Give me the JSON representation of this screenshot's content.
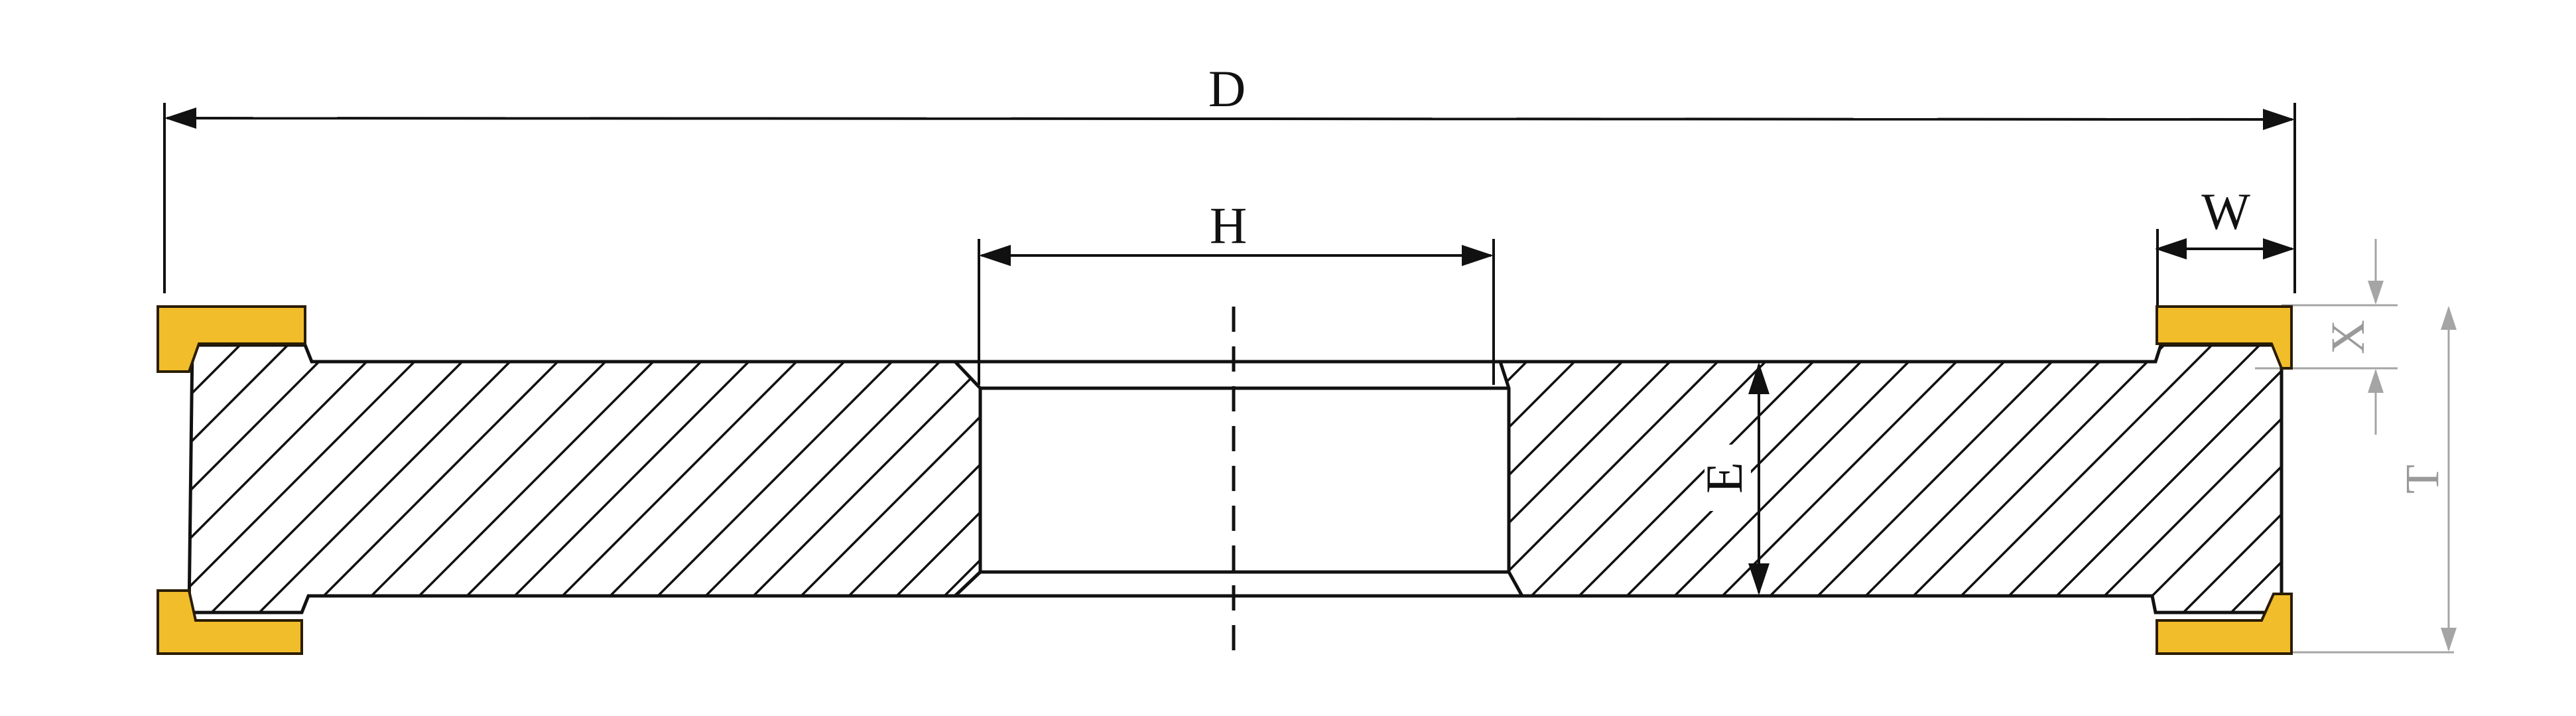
{
  "diagram": {
    "labels": {
      "diameter": "D",
      "bore": "H",
      "rim_width": "W",
      "abrasive_depth": "X",
      "thickness": "T",
      "hub_thickness": "E"
    },
    "colors": {
      "abrasive_layer": "#f2bd2a",
      "line": "#111111",
      "secondary_dimension": "#a5a5a5"
    }
  }
}
